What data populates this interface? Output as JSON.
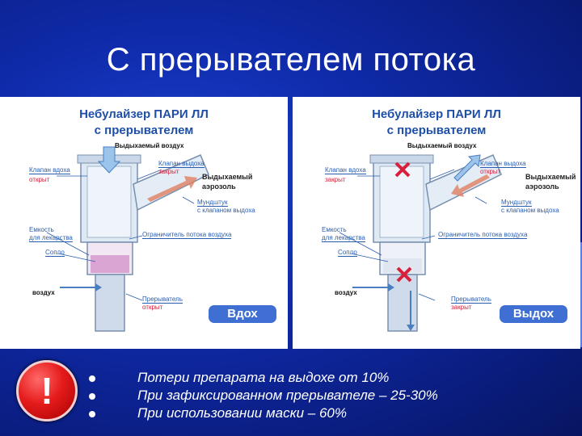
{
  "slide": {
    "title": "С прерывателем потока"
  },
  "panels": {
    "inhale": {
      "title_line1": "Небулайзер ПАРИ ЛЛ",
      "title_line2": "с прерывателем",
      "exhaled_air": "Выдыхаемый воздух",
      "inhale_valve_line1": "Клапан вдоха",
      "inhale_valve_line2": "открыт",
      "exhale_valve_line1": "Клапан выдоха",
      "exhale_valve_line2": "закрыт",
      "exhaled_aerosol_line1": "Выдыхаемый",
      "exhaled_aerosol_line2": "аэрозоль",
      "mouthpiece_line1": "Мундштук",
      "mouthpiece_line2": "с клапаном выдоха",
      "reservoir_line1": "Емкость",
      "reservoir_line2": "для лекарства",
      "limiter": "Ограничитель потока воздуха",
      "nozzle": "Сопло",
      "air": "воздух",
      "interrupter_line1": "Прерыватель",
      "interrupter_line2": "открыт",
      "phase": "Вдох"
    },
    "exhale": {
      "title_line1": "Небулайзер ПАРИ ЛЛ",
      "title_line2": "с прерывателем",
      "exhaled_air": "Выдыхаемый воздух",
      "inhale_valve_line1": "Клапан вдоха",
      "inhale_valve_line2": "закрыт",
      "exhale_valve_line1": "Клапан выдоха",
      "exhale_valve_line2": "открыт",
      "exhaled_aerosol_line1": "Выдыхаемый",
      "exhaled_aerosol_line2": "аэрозоль",
      "mouthpiece_line1": "Мундштук",
      "mouthpiece_line2": "с клапаном выдоха",
      "reservoir_line1": "Емкость",
      "reservoir_line2": "для лекарства",
      "limiter": "Ограничитель потока воздуха",
      "nozzle": "Сопло",
      "air": "воздух",
      "interrupter_line1": "Прерыватель",
      "interrupter_line2": "закрыт",
      "phase": "Выдох"
    }
  },
  "notes": {
    "warning_icon": "warning-exclamation-icon",
    "bullets": [
      "Потери препарата на выдохе от 10%",
      "При зафиксированном прерывателе – 25-30%",
      "При использовании маски – 60%"
    ]
  },
  "colors": {
    "background": "#0f2aa8",
    "title_text": "#ffffff",
    "diagram_blue": "#1e4fa8",
    "diagram_red": "#d8203a",
    "badge": "#3f6fd3"
  }
}
